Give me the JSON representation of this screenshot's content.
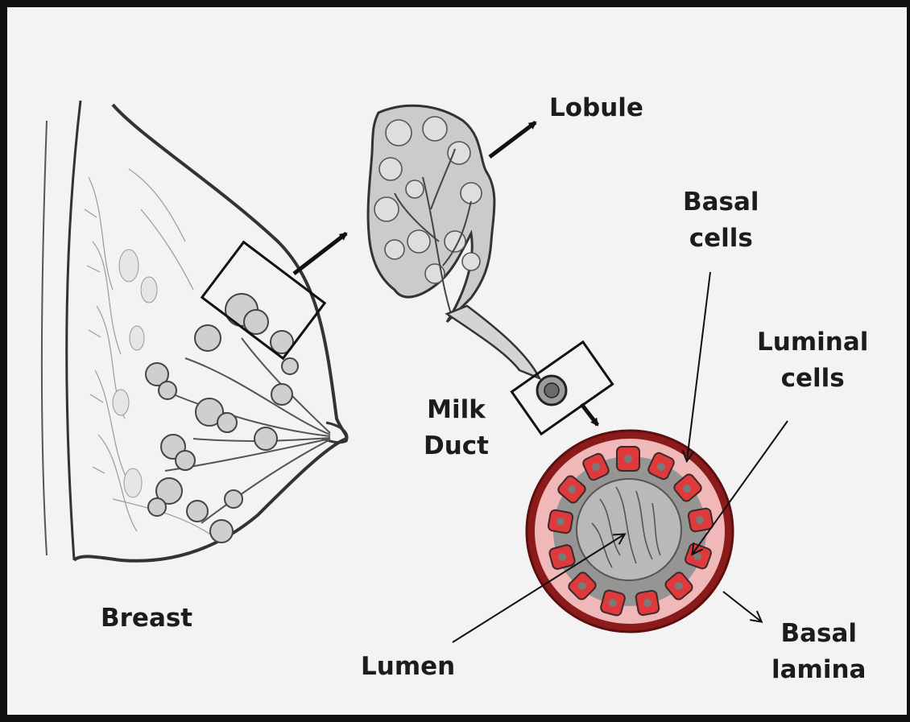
{
  "labels": {
    "lobule": "Lobule",
    "basal_cells": {
      "line1": "Basal",
      "line2": "cells"
    },
    "luminal_cells": {
      "line1": "Luminal",
      "line2": "cells"
    },
    "milk_duct": {
      "line1": "Milk",
      "line2": "Duct"
    },
    "breast": "Breast",
    "lumen": "Lumen",
    "basal_lamina": {
      "line1": "Basal",
      "line2": "lamina"
    }
  },
  "colors": {
    "background": "#f3f3f3",
    "ink": "#1c1c1c",
    "basal_lamina": "#8b1a1a",
    "luminal_cell": "#e0393b",
    "basal_cell": "#f0b8b8",
    "lumen": "#b9b9b9"
  }
}
